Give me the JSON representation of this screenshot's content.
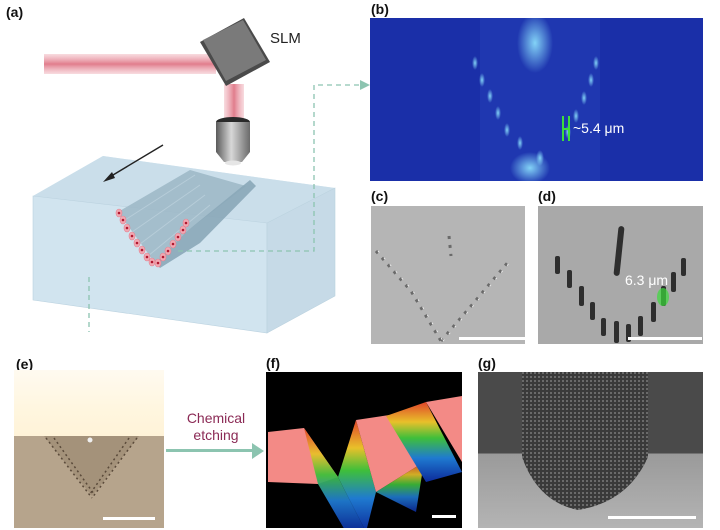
{
  "panels": {
    "a": {
      "label": "(a)",
      "slm_label": "SLM"
    },
    "b": {
      "label": "(b)",
      "measurement": "~5.4 μm",
      "colors": {
        "background": "#1a2fa8",
        "signal": "#6fd3ff",
        "marker": "#3cdc3c"
      }
    },
    "c": {
      "label": "(c)"
    },
    "d": {
      "label": "(d)",
      "measurement": "6.3 μm"
    },
    "e": {
      "label": "(e)"
    },
    "f": {
      "label": "(f)"
    },
    "g": {
      "label": "(g)"
    }
  },
  "process_arrow": {
    "line1": "Chemical",
    "line2": "etching",
    "text_color": "#8b2a55",
    "arrow_color": "#8cc4b0"
  },
  "colors": {
    "laser": "#e8909c",
    "glass": "#cfe4f0",
    "dashed_connector": "#8cc4b0",
    "focal_spot": "#d83048"
  }
}
